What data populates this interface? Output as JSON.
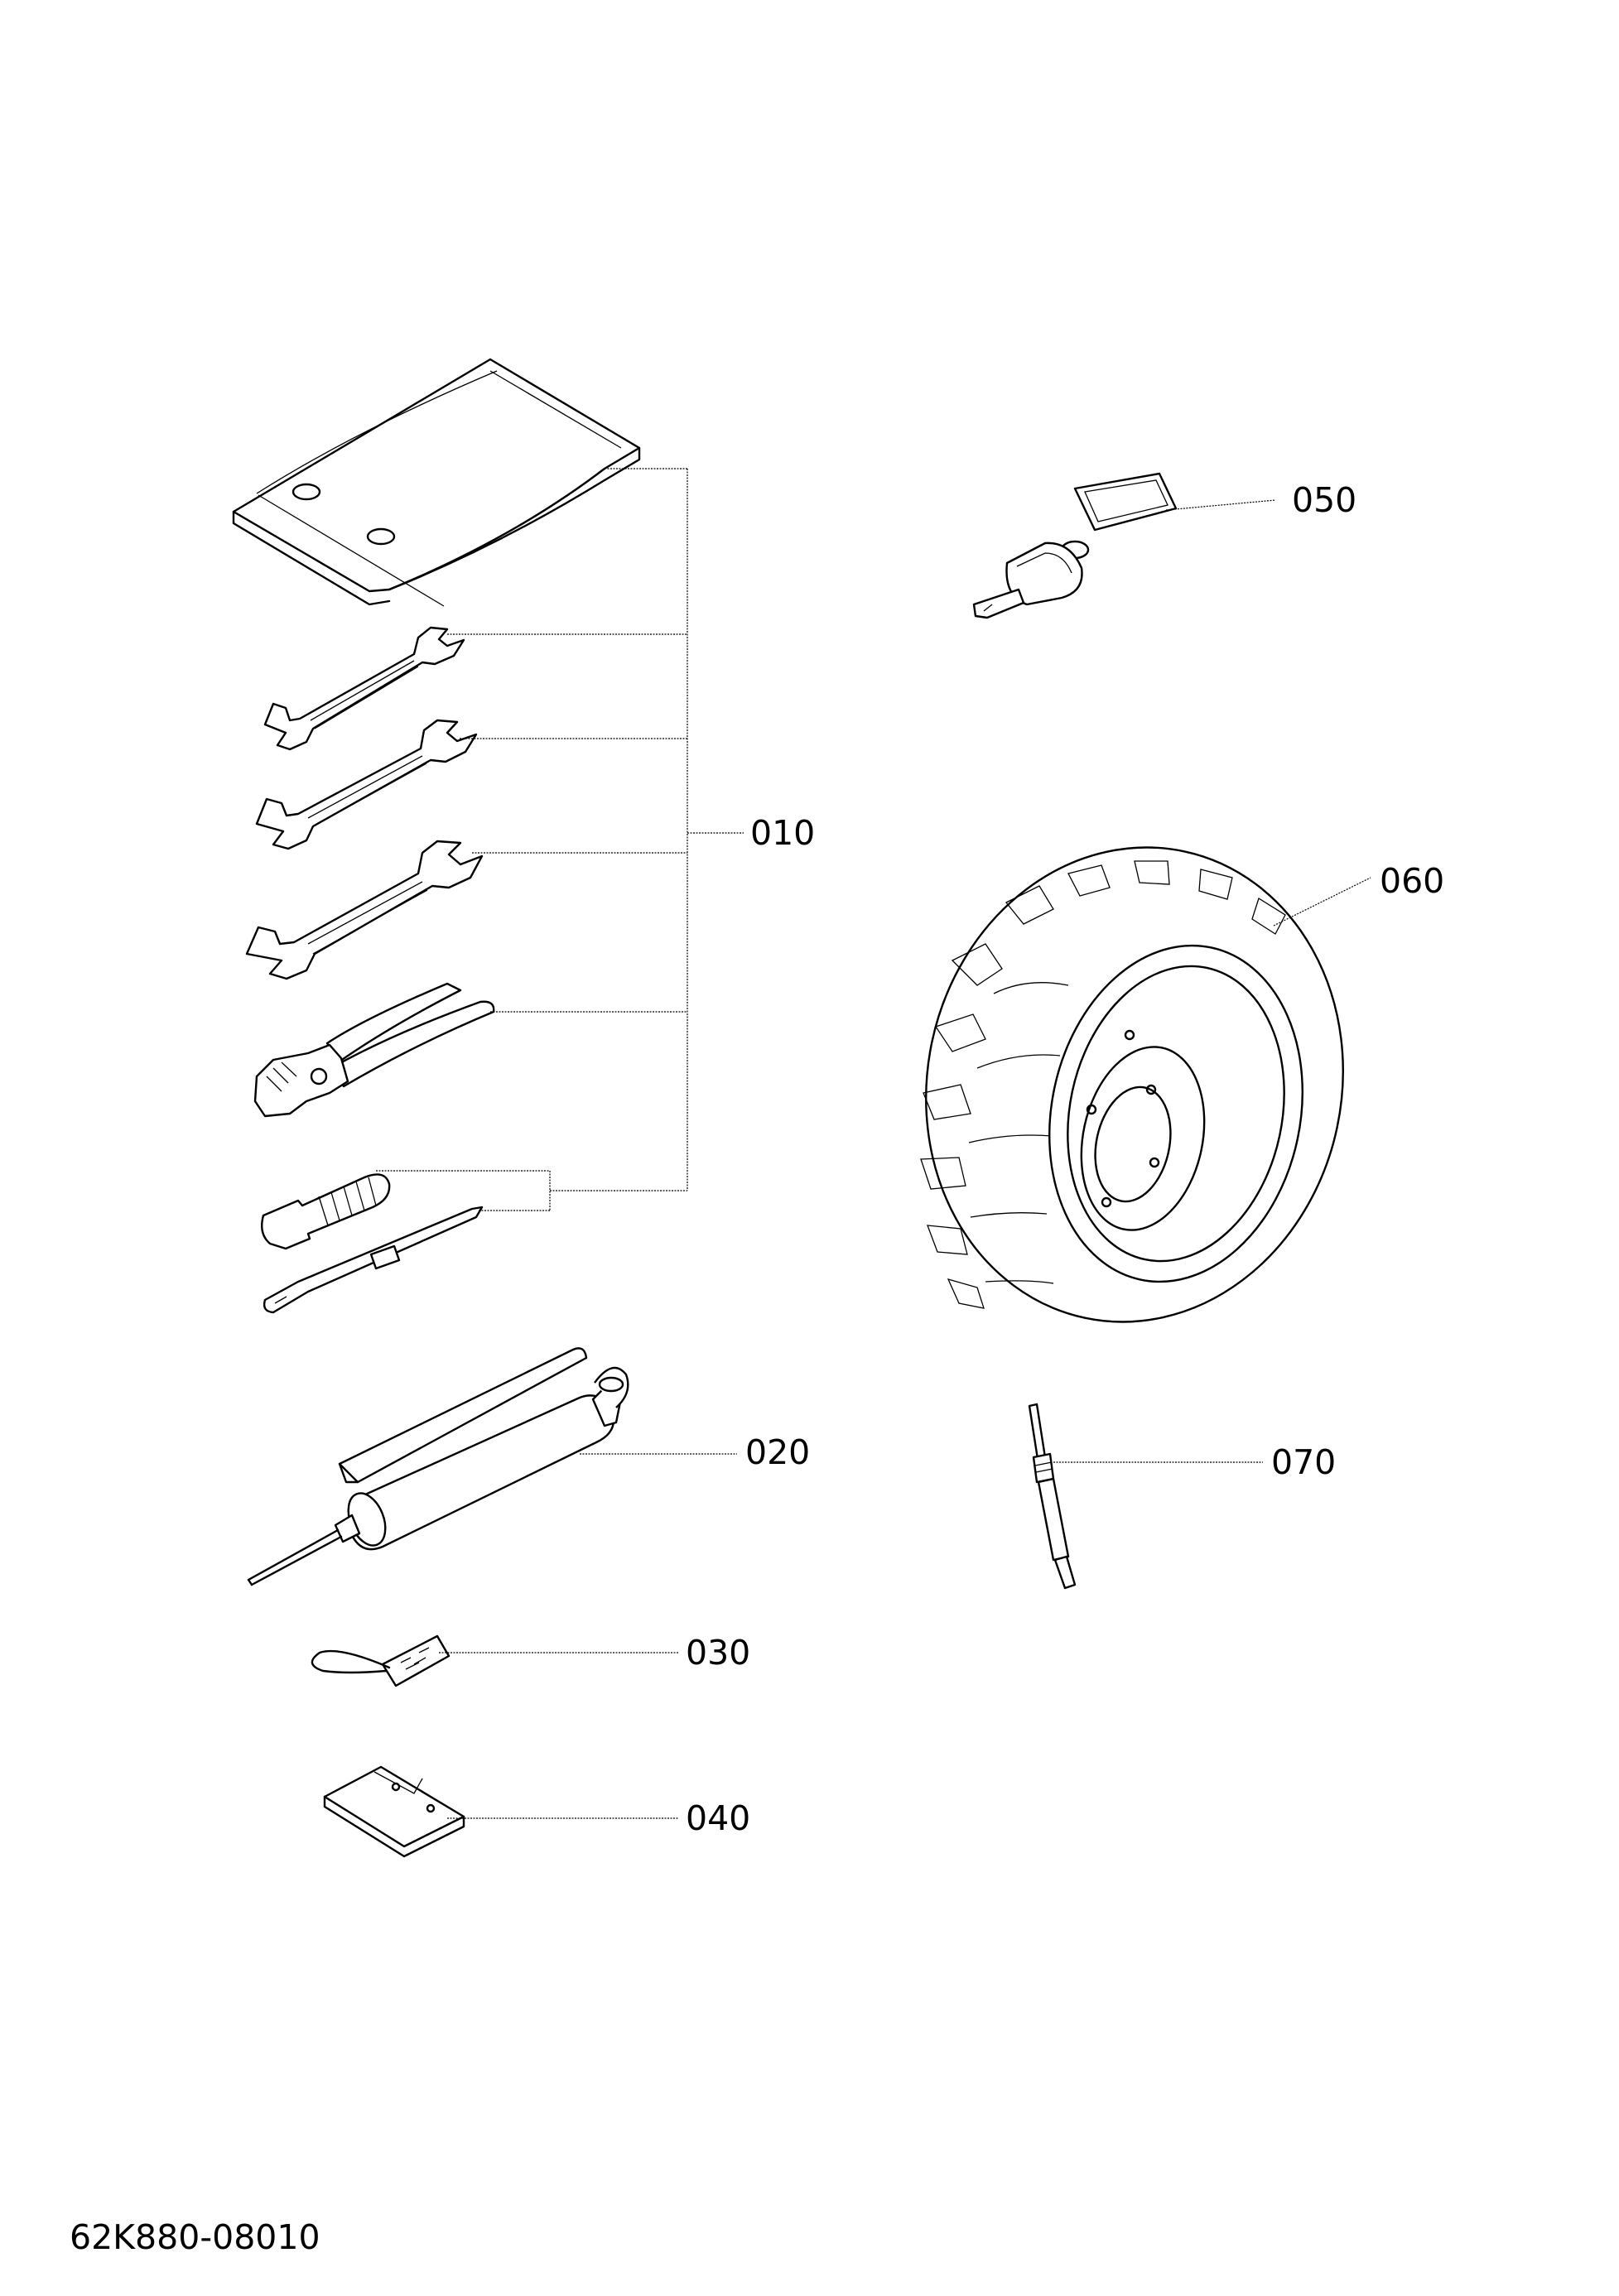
{
  "diagram_code": "62K880-08010",
  "callouts": [
    {
      "id": "010",
      "label": "010"
    },
    {
      "id": "020",
      "label": "020"
    },
    {
      "id": "030",
      "label": "030"
    },
    {
      "id": "040",
      "label": "040"
    },
    {
      "id": "050",
      "label": "050"
    },
    {
      "id": "060",
      "label": "060"
    },
    {
      "id": "070",
      "label": "070"
    }
  ],
  "parts": [
    {
      "callout": "010",
      "items": [
        "tool-bag",
        "spanner-1",
        "spanner-2",
        "spanner-3",
        "pliers",
        "screwdriver-handle",
        "screwdriver-blade"
      ]
    },
    {
      "callout": "020",
      "items": [
        "grease-gun"
      ]
    },
    {
      "callout": "030",
      "items": [
        "tag"
      ]
    },
    {
      "callout": "040",
      "items": [
        "booklet"
      ]
    },
    {
      "callout": "050",
      "items": [
        "key"
      ]
    },
    {
      "callout": "060",
      "items": [
        "wheel-tire"
      ]
    },
    {
      "callout": "070",
      "items": [
        "glow-plug"
      ]
    }
  ]
}
